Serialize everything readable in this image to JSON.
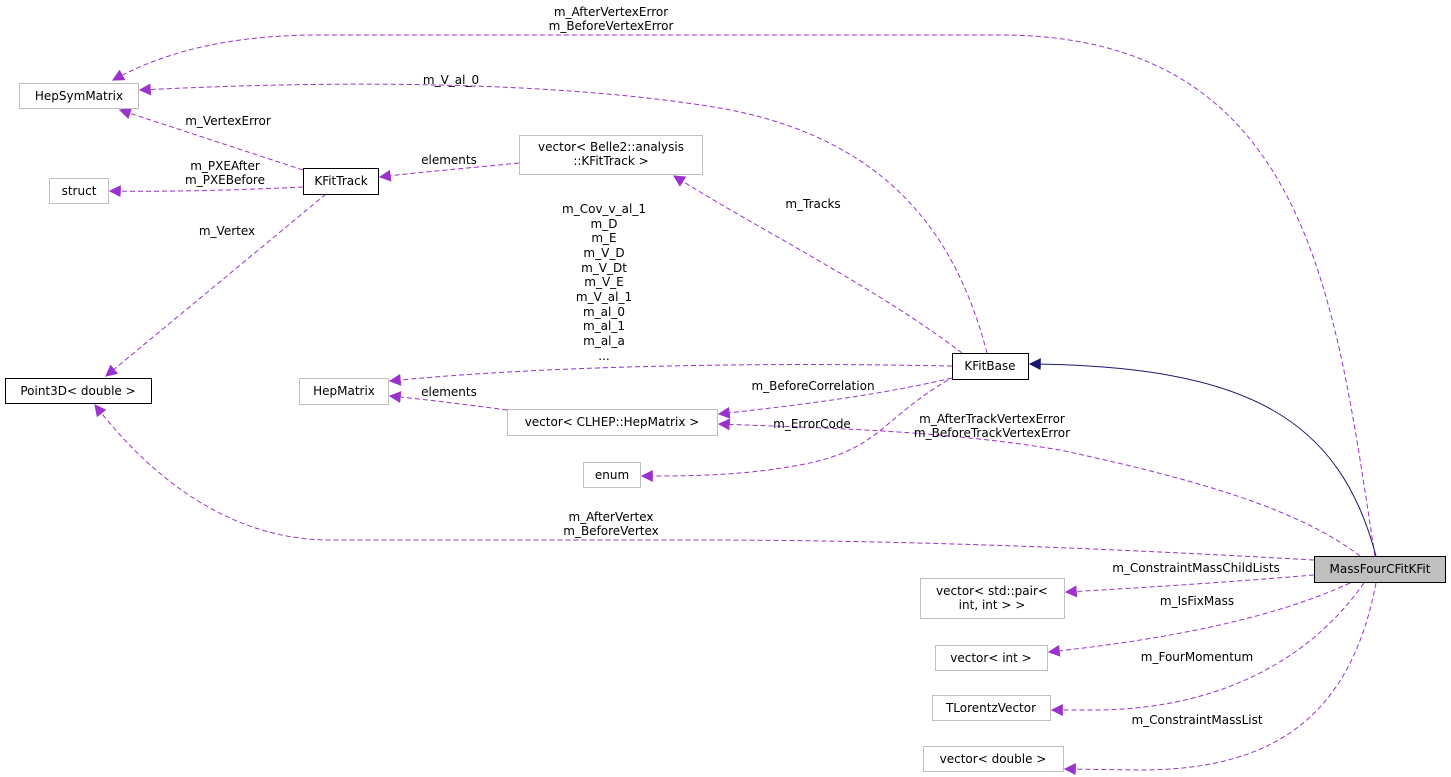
{
  "colors": {
    "usage_edge": "#9a32cd",
    "inheritance_edge": "#191970",
    "focus_fill": "#bfbfbf"
  },
  "nodes": {
    "hepsymmatrix": "HepSymMatrix",
    "struct": "struct",
    "kfittrack": "KFitTrack",
    "vector_kfittrack": [
      "vector< Belle2::analysis",
      "::KFitTrack >"
    ],
    "point3d": "Point3D< double >",
    "hepmatrix": "HepMatrix",
    "vector_hepmatrix": "vector< CLHEP::HepMatrix >",
    "enum": "enum",
    "kfitbase": "KFitBase",
    "massfourcfitkfit": "MassFourCFitKFit",
    "vector_pair": [
      "vector< std::pair<",
      "int, int > >"
    ],
    "vector_int": "vector< int >",
    "tlorentzvector": "TLorentzVector",
    "vector_double": "vector< double >"
  },
  "edge_labels": {
    "vertex_error_pair": [
      "m_AfterVertexError",
      "m_BeforeVertexError"
    ],
    "v_al_0": "m_V_al_0",
    "vertex_error": "m_VertexError",
    "elements_track": "elements",
    "pxe": [
      "m_PXEAfter",
      "m_PXEBefore"
    ],
    "vertex": "m_Vertex",
    "tracks": "m_Tracks",
    "kfitbase_hepmatrix": [
      "m_Cov_v_al_1",
      "m_D",
      "m_E",
      "m_V_D",
      "m_V_Dt",
      "m_V_E",
      "m_V_al_1",
      "m_al_0",
      "m_al_1",
      "m_al_a",
      "..."
    ],
    "before_correlation": "m_BeforeCorrelation",
    "error_code": "m_ErrorCode",
    "elements_matrix": "elements",
    "track_vertex_error": [
      "m_AfterTrackVertexError",
      "m_BeforeTrackVertexError"
    ],
    "vertex_pair": [
      "m_AfterVertex",
      "m_BeforeVertex"
    ],
    "child_lists": "m_ConstraintMassChildLists",
    "is_fix_mass": "m_IsFixMass",
    "four_momentum": "m_FourMomentum",
    "constraint_mass_list": "m_ConstraintMassList"
  }
}
